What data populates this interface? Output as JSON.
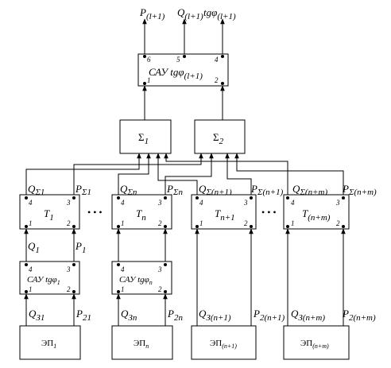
{
  "top": {
    "outputs": [
      {
        "main": "P",
        "sub": "(l+1)"
      },
      {
        "main": "Q",
        "sub": "(l+1)"
      },
      {
        "main": "tgφ",
        "sub": "(l+1)"
      }
    ],
    "box": {
      "main": "САУ tgφ",
      "sub": "(l+1)",
      "pins": [
        "6",
        "5",
        "4",
        "1",
        "2"
      ]
    }
  },
  "sums": [
    {
      "main": "Σ",
      "sub": "1"
    },
    {
      "main": "Σ",
      "sub": "2"
    }
  ],
  "columns": [
    {
      "q_top": {
        "main": "Q",
        "sub": "Σ1"
      },
      "p_top": {
        "main": "P",
        "sub": "Σ1"
      },
      "t_box": {
        "main": "T",
        "sub": "1",
        "pins": [
          "4",
          "3",
          "1",
          "2"
        ]
      },
      "q_mid": {
        "main": "Q",
        "sub": "1"
      },
      "p_mid": {
        "main": "P",
        "sub": "1"
      },
      "sau": {
        "main": "САУ tgφ",
        "sub": "1",
        "pins": [
          "4",
          "3",
          "1",
          "2"
        ]
      },
      "q_bot": {
        "main": "Q",
        "sub": "З1"
      },
      "p_bot": {
        "main": "P",
        "sub": "21"
      },
      "ep": {
        "main": "ЭП",
        "sub": "1"
      }
    },
    {
      "q_top": {
        "main": "Q",
        "sub": "Σn"
      },
      "p_top": {
        "main": "P",
        "sub": "Σn"
      },
      "t_box": {
        "main": "T",
        "sub": "n",
        "pins": [
          "4",
          "3",
          "1",
          "2"
        ]
      },
      "sau": {
        "main": "САУ tgφ",
        "sub": "n",
        "pins": [
          "4",
          "3",
          "1",
          "2"
        ]
      },
      "q_bot": {
        "main": "Q",
        "sub": "Зn"
      },
      "p_bot": {
        "main": "P",
        "sub": "2n"
      },
      "ep": {
        "main": "ЭП",
        "sub": "n"
      }
    },
    {
      "q_top": {
        "main": "Q",
        "sub": "Σ(n+1)"
      },
      "p_top": {
        "main": "P",
        "sub": "Σ(n+1)"
      },
      "t_box": {
        "main": "T",
        "sub": "n+1",
        "pins": [
          "4",
          "3",
          "1",
          "2"
        ]
      },
      "q_bot": {
        "main": "Q",
        "sub": "З(n+1)"
      },
      "p_bot": {
        "main": "P",
        "sub": "2(n+1)"
      },
      "ep": {
        "main": "ЭП",
        "sub": "(n+1)"
      }
    },
    {
      "q_top": {
        "main": "Q",
        "sub": "Σ(n+m)"
      },
      "p_top": {
        "main": "P",
        "sub": "Σ(n+m)"
      },
      "t_box": {
        "main": "T",
        "sub": "(n+m)",
        "pins": [
          "4",
          "3",
          "1",
          "2"
        ]
      },
      "q_bot": {
        "main": "Q",
        "sub": "З(n+m)"
      },
      "p_bot": {
        "main": "P",
        "sub": "2(n+m)"
      },
      "ep": {
        "main": "ЭП",
        "sub": "(n+m)"
      }
    }
  ],
  "ellipsis": [
    "• • •",
    "• • •"
  ]
}
